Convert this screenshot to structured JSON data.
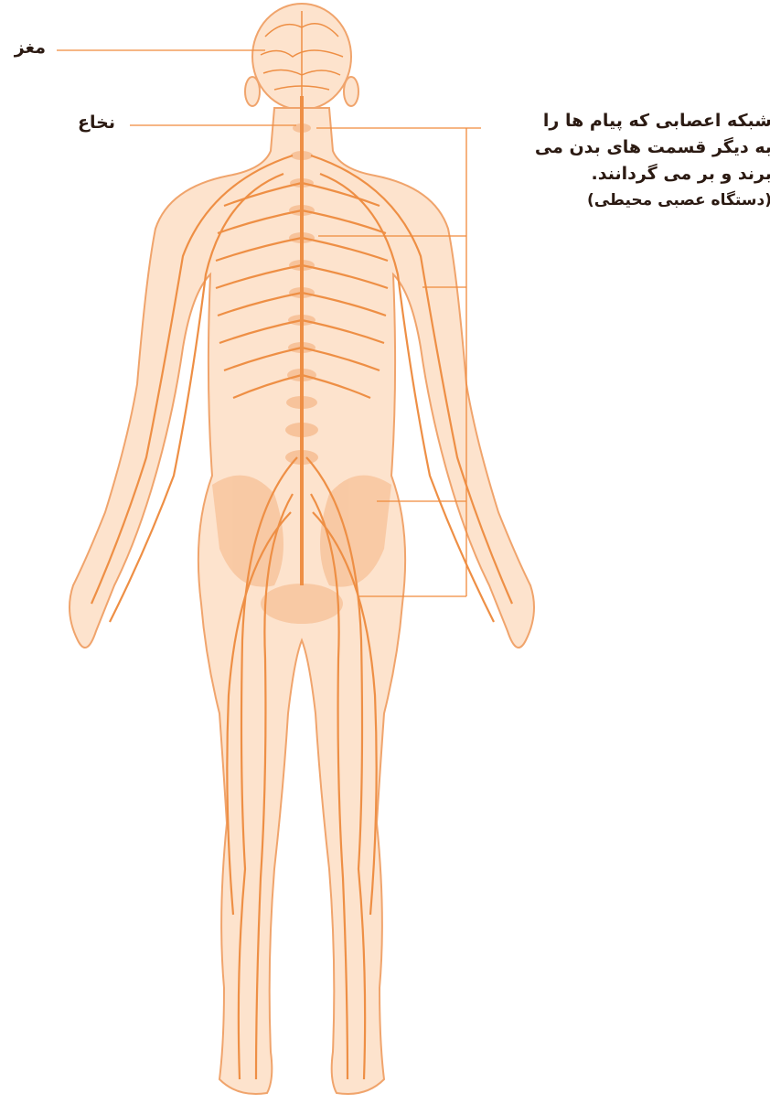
{
  "labels": {
    "brain": "مغز",
    "spinal_cord": "نخاع",
    "peripheral": {
      "line1": "شبکه اعصابی که پیام ها را",
      "line2": "به دیگر قسمت های بدن می",
      "line3": "برند و بر می گردانند.",
      "line4": "(دستگاه عصبی محیطی)"
    }
  },
  "colors": {
    "body_fill": "#fde3cd",
    "outline": "#f0a46c",
    "nerve": "#ee8f45",
    "bone": "#f7c39b",
    "leader_line": "#f08a3c",
    "text": "#2b1a12"
  }
}
